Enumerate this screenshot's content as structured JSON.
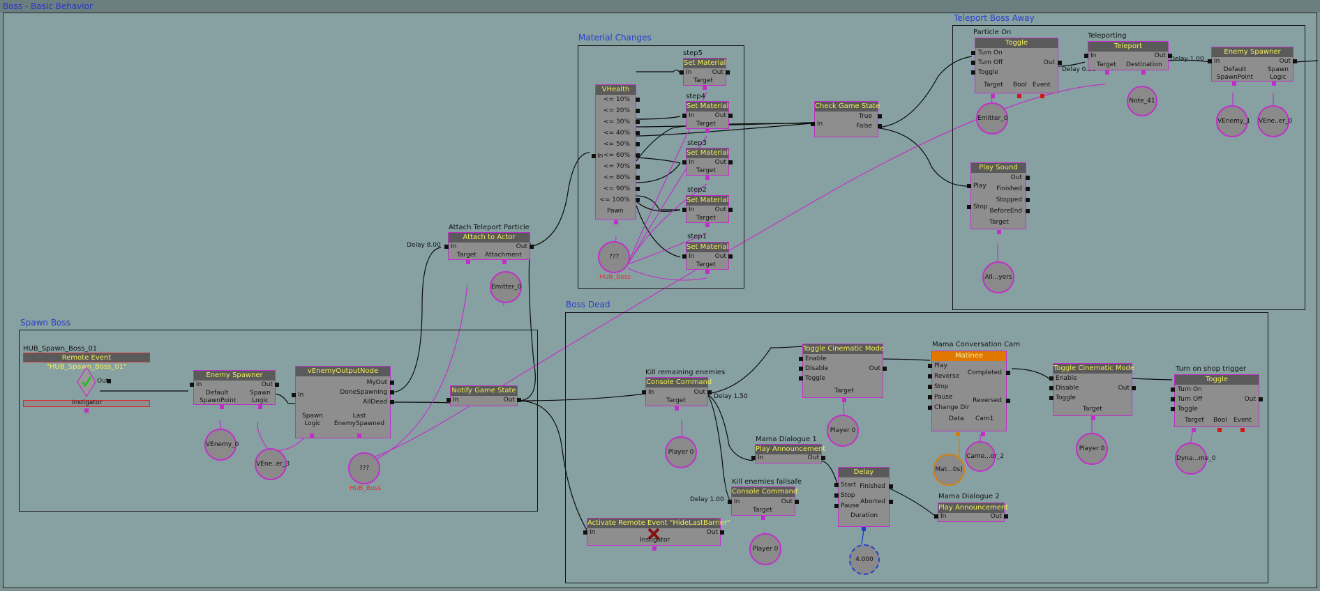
{
  "window": {
    "title": "Boss - Basic Behavior"
  },
  "groups": {
    "spawn_boss": "Spawn Boss",
    "material_changes": "Material Changes",
    "teleport_boss_away": "Teleport Boss Away",
    "boss_dead": "Boss Dead"
  },
  "spawn": {
    "remote_event_caption": "HUB_Spawn_Boss_01",
    "remote_event_title": "Remote Event \"HUB_Spawn_Boss_01\"",
    "remote_event_out": "Out",
    "remote_event_instigator": "Instigator",
    "enemy_spawner": {
      "title": "Enemy Spawner",
      "in": "In",
      "out": "Out",
      "default_spawnpoint": "Default SpawnPoint",
      "spawn_logic": "Spawn Logic"
    },
    "output_node": {
      "title": "vEnemyOutputNode",
      "in": "In",
      "myout": "MyOut",
      "done_spawning": "DoneSpawning",
      "all_dead": "AllDead",
      "spawn_logic": "Spawn Logic",
      "last_enemy_spawned": "Last EnemySpawned"
    },
    "notify": {
      "title": "Notify Game State",
      "in": "In",
      "out": "Out"
    },
    "var_venemy_0": "VEnemy_0",
    "var_venemy_3": "VEne..er_3",
    "var_boss": "???",
    "var_boss_name": "HUB_Boss"
  },
  "attach": {
    "caption": "Attach Teleport Particle",
    "title": "Attach to Actor",
    "in": "In",
    "out": "Out",
    "target": "Target",
    "attachment": "Attachment",
    "delay": "Delay 8.00",
    "emitter": "Emitter_0"
  },
  "material": {
    "vhealth": {
      "title": "VHealth",
      "in": "In",
      "pawn": "Pawn",
      "rows": [
        "<= 10%",
        "<= 20%",
        "<= 30%",
        "<= 40%",
        "<= 50%",
        "<= 60%",
        "<= 70%",
        "<= 80%",
        "<= 90%",
        "<= 100%"
      ]
    },
    "steps": [
      {
        "caption": "step5",
        "title": "Set Material"
      },
      {
        "caption": "step4",
        "title": "Set Material"
      },
      {
        "caption": "step3",
        "title": "Set Material"
      },
      {
        "caption": "step2",
        "title": "Set Material"
      },
      {
        "caption": "step1",
        "title": "Set Material"
      }
    ],
    "in": "In",
    "out": "Out",
    "target": "Target",
    "var_boss": "???",
    "var_boss_name": "HUB_Boss"
  },
  "check_state": {
    "title": "Check Game State",
    "in": "In",
    "true": "True",
    "false": "False"
  },
  "teleport": {
    "toggle_caption": "Particle On",
    "toggle": {
      "title": "Toggle",
      "turn_on": "Turn On",
      "turn_off": "Turn Off",
      "toggle": "Toggle",
      "out": "Out",
      "target": "Target",
      "bool": "Bool",
      "event": "Event"
    },
    "toggle_delay": "Delay 0.30",
    "emitter": "Emitter_0",
    "tele_caption": "Teleporting",
    "tele": {
      "title": "Teleport",
      "in": "In",
      "out": "Out",
      "target": "Target",
      "destination": "Destination"
    },
    "tele_delay": "Delay 1.00",
    "note": "Note_41",
    "spawner": {
      "title": "Enemy Spawner",
      "in": "In",
      "out": "Out",
      "default_spawnpoint": "Default SpawnPoint",
      "spawn_logic": "Spawn Logic"
    },
    "var_venemy_1": "VEnemy_1",
    "var_venemy_0": "VEne..er_0",
    "sound": {
      "title": "Play Sound",
      "play": "Play",
      "stop": "Stop",
      "out": "Out",
      "finished": "Finished",
      "stopped": "Stopped",
      "before_end": "BeforeEnd",
      "target": "Target"
    },
    "all_players": "All...yers"
  },
  "dead": {
    "kill_caption": "Kill remaining enemies",
    "console": {
      "title": "Console Command",
      "in": "In",
      "out": "Out",
      "target": "Target"
    },
    "player0": "Player 0",
    "delay_150": "Delay 1.50",
    "delay_100": "Delay 1.00",
    "toggle_cine": {
      "title": "Toggle Cinematic Mode",
      "enable": "Enable",
      "disable": "Disable",
      "toggle": "Toggle",
      "out": "Out",
      "target": "Target"
    },
    "matinee_caption": "Mama Conversation Cam",
    "matinee": {
      "title": "Matinee",
      "play": "Play",
      "reverse": "Reverse",
      "stop": "Stop",
      "pause": "Pause",
      "change_dir": "Change Dir",
      "completed": "Completed",
      "reversed": "Reversed",
      "data": "Data",
      "cam1": "Cam1"
    },
    "matinee_var": "Mat...0s)",
    "camera_var": "Came...or_2",
    "dialogue1_caption": "Mama Dialogue 1",
    "announce": {
      "title": "Play Announcement",
      "in": "In",
      "out": "Out"
    },
    "failsafe_caption": "Kill enemies failsafe",
    "delay_node": {
      "title": "Delay",
      "start": "Start",
      "stop": "Stop",
      "pause": "Pause",
      "finished": "Finished",
      "aborted": "Aborted",
      "duration": "Duration"
    },
    "duration_value": "4.000",
    "dialogue2_caption": "Mama Dialogue 2",
    "activate": {
      "title": "Activate Remote Event \"HideLastBarrier\"",
      "in": "In",
      "out": "Out",
      "instigator": "Instigator"
    },
    "shop_caption": "Turn on shop trigger",
    "dyn_var": "Dyna...me_0"
  },
  "colors": {
    "canvas": "#87a1a2",
    "node_border": "#c030c8",
    "node_header": "#5a5a5a",
    "header_text": "#f2ec5a",
    "group_title": "#2a3fc6",
    "matinee_header": "#e07800"
  }
}
